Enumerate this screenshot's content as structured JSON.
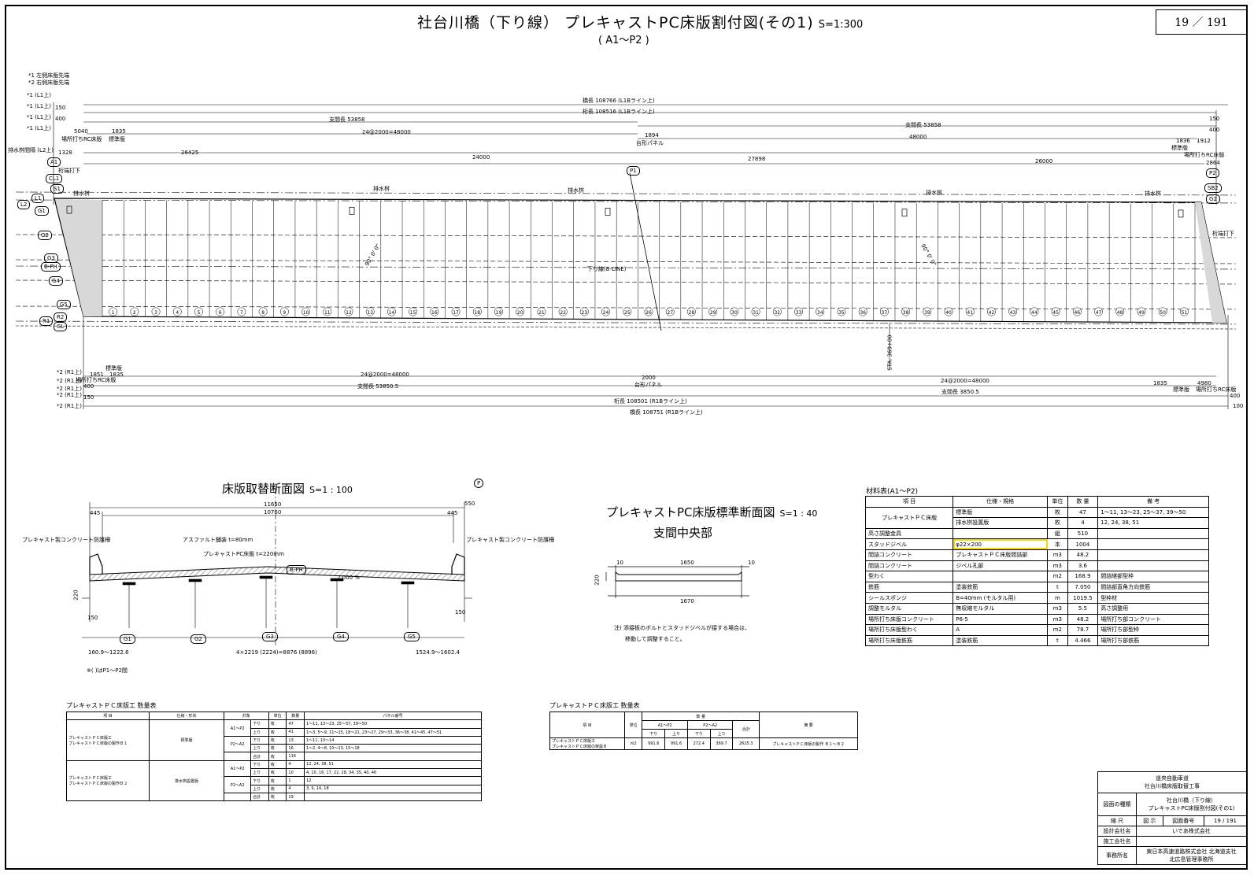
{
  "title": {
    "main": "社台川橋（下り線） プレキャストPC床版割付図(その1)",
    "scale": "S=1:300",
    "sub": "( A1～P2 )",
    "page": "19 ／ 191"
  },
  "plan": {
    "notes": [
      "*1 左側床版先端",
      "*2 右側床版先端"
    ],
    "top_dims": {
      "bridge_len": "橋長 108766 (L1Bライン上)",
      "girder_len": "桁長 108516 (L1Bライン上)",
      "span1": "支間長 53858",
      "span2": "支間長 53858",
      "seg1": "24@2000=48000",
      "seg2": "48000",
      "d5040": "5040",
      "d1835": "1835",
      "d26425": "26425",
      "d24000": "24000",
      "d27898": "27898",
      "d26000": "26000",
      "d150": "150",
      "d400": "400",
      "d1328": "1328",
      "d1894": "1894",
      "r150": "150",
      "r400": "400",
      "r1836": "1836",
      "r1912": "1912",
      "r2864": "2864",
      "std_l": "標準版",
      "std_r": "標準版",
      "rc_l": "場所打ちRC床版",
      "rc_r": "場所打ちRC床版",
      "daikei": "台形パネル",
      "kyo_l": "桁端打下",
      "kyo_r": "桁端打下"
    },
    "left_ref": [
      "*1 (L1上)",
      "*1 (L1上)",
      "*1 (L1上)",
      "*1 (L1上)",
      "排水桝間隔 (L2上)"
    ],
    "left_tags": [
      "A1",
      "CL1",
      "S1",
      "L1",
      "L2",
      "G1",
      "G2",
      "G3",
      "B-PH",
      "G4",
      "G5",
      "R2",
      "R1",
      "GL"
    ],
    "right_tags": [
      "P2",
      "SB2",
      "G2"
    ],
    "pier": "P1",
    "drain": "排水桝",
    "bline": "下り線(B-LINE)",
    "angle1": "90° 0' 0\"",
    "angle2": "90° 0' 0\"",
    "sta": "STA. 369+00",
    "panels": [
      "①",
      "②",
      "③",
      "④",
      "⑤",
      "⑥",
      "⑦",
      "⑧",
      "⑨",
      "⑩",
      "⑪",
      "⑫",
      "⑬",
      "⑭",
      "⑮",
      "⑯",
      "⑰",
      "⑱",
      "⑲",
      "⑳",
      "㉑",
      "㉒",
      "㉓",
      "㉔",
      "㉕",
      "㉖",
      "㉗",
      "㉘",
      "㉙",
      "㉚",
      "㉛",
      "㉜",
      "㉝",
      "㉞",
      "㉟",
      "㊱",
      "㊲",
      "㊳",
      "㊴",
      "㊵",
      "㊶",
      "㊷",
      "㊸",
      "㊹",
      "㊺",
      "㊻",
      "㊼",
      "㊽",
      "㊾",
      "㊿",
      "51"
    ],
    "bot_dims": {
      "ref": [
        "*2 (R1上)",
        "*2 (R1上)",
        "*2 (R1上)",
        "*2 (R1上)",
        "*2 (R1上)"
      ],
      "seg1": "24@2000=48000",
      "seg2": "24@2000=48000",
      "span1": "支間長 53850.5",
      "span2": "支間長 3850.5",
      "girder_len": "桁長 108501 (R1Bライン上)",
      "bridge_len": "橋長 108751 (R1Bライン上)",
      "d1851": "1851",
      "d1835": "1835",
      "d400": "400",
      "d150": "150",
      "d2000": "2000",
      "daikei": "台形パネル",
      "std_l": "標準版",
      "rc_l": "場所打ちRC床版",
      "r1835": "1835",
      "r4980": "4980",
      "r_std": "標準版",
      "r_rc": "場所打ちRC床版",
      "r400": "400",
      "r100": "100"
    }
  },
  "section1": {
    "heading": "床版取替断面図",
    "scale": "S=1 : 100",
    "w11650": "11650",
    "w10760": "10760",
    "w445l": "445",
    "w445r": "445",
    "w550": "550",
    "asphalt": "アスファルト舗装 t=80mm",
    "pcslab": "プレキャストPC床版 t=220mm",
    "barrier_l": "プレキャスト製コンクリート防護柵",
    "barrier_r": "プレキャスト製コンクリート防護柵",
    "bph": "B-PH",
    "slope": "2.000 %",
    "h220": "220",
    "h150l": "150",
    "h150r": "150",
    "girders": [
      "G1",
      "G2",
      "G3",
      "G4",
      "G5"
    ],
    "dim_l": "160.9～1222.6",
    "dim_mid": "4×2219 (2224)=8876 (8896)",
    "dim_r": "1524.9～1602.4",
    "note": "※( )はP1～P2間",
    "pl": "P"
  },
  "section2": {
    "heading": "プレキャストPC床版標準断面図",
    "scale": "S=1 : 40",
    "sub": "支間中央部",
    "w10a": "10",
    "w1650": "1650",
    "w10b": "10",
    "w1670": "1670",
    "h220": "220",
    "note1": "注) 添接板のボルトとスタッドジベルが接する場合は、",
    "note2": "移動して調整すること。"
  },
  "materials": {
    "heading": "材料表(A1～P2)",
    "headers": [
      "項 目",
      "仕様・規格",
      "単位",
      "数 量",
      "備 考"
    ],
    "rows": [
      [
        "プレキャストＰＣ床版",
        "標準版",
        "枚",
        "47",
        "1～11, 13～23, 25～37, 39～50"
      ],
      [
        "",
        "排水桝設置版",
        "枚",
        "4",
        "12, 24, 38, 51"
      ],
      [
        "高さ調整金具",
        "",
        "組",
        "510",
        ""
      ],
      [
        "スタッドジベル",
        "φ22×200",
        "本",
        "1004",
        ""
      ],
      [
        "間詰コンクリート",
        "プレキャストＰＣ床版間詰部",
        "m3",
        "48.2",
        ""
      ],
      [
        "間詰コンクリート",
        "ジベル孔部",
        "m3",
        "3.6",
        ""
      ],
      [
        "型わく",
        "",
        "m2",
        "168.9",
        "間詰継部型枠"
      ],
      [
        "鉄筋",
        "塗装鉄筋",
        "t",
        "7.050",
        "間詰部直角方向鉄筋"
      ],
      [
        "シールスポンジ",
        "B=40mm (モルタル用)",
        "m",
        "1019.5",
        "型枠材"
      ],
      [
        "調整モルタル",
        "無収縮モルタル",
        "m3",
        "5.5",
        "高さ調整用"
      ],
      [
        "場所打ち床版コンクリート",
        "P6-5",
        "m3",
        "48.2",
        "場所打ち部コンクリート"
      ],
      [
        "場所打ち床版型わく",
        "A",
        "m2",
        "78.7",
        "場所打ち部型枠"
      ],
      [
        "場所打ち床版鉄筋",
        "塗装鉄筋",
        "t",
        "4.466",
        "場所打ち部鉄筋"
      ]
    ]
  },
  "qty1": {
    "heading": "プレキャストＰＣ床版工 数量表",
    "headers": [
      "項 目",
      "仕様・形状",
      "対象",
      "単位",
      "数量",
      "パネル番号"
    ],
    "item1": "プレキャストＰＣ床版工\nプレキャストＰＣ床版の製作Ｂ１",
    "spec1": "標準版",
    "item2": "プレキャストＰＣ床版工\nプレキャストＰＣ床版の製作Ｂ２",
    "spec2": "排水桝設置版",
    "rows": [
      [
        "A1～P2",
        "下り",
        "枚",
        "47",
        "1～11, 13～23, 25～37, 39～50"
      ],
      [
        "",
        "上り",
        "枚",
        "41",
        "1～3, 5～9, 11～15, 18～21, 23～27, 29～33, 36～38, 41～45, 47～51"
      ],
      [
        "P2～A2",
        "下り",
        "枚",
        "13",
        "1～11, 13～14"
      ],
      [
        "",
        "上り",
        "枚",
        "16",
        "1～2, 4～8, 10～13, 15～18"
      ],
      [
        "",
        "合計",
        "枚",
        "116",
        ""
      ],
      [
        "A1～P2",
        "下り",
        "枚",
        "4",
        "12, 24, 38, 51"
      ],
      [
        "",
        "上り",
        "枚",
        "10",
        "4, 10, 16, 17, 22, 28, 34, 35, 40, 46"
      ],
      [
        "P2～A2",
        "下り",
        "枚",
        "1",
        "12"
      ],
      [
        "",
        "上り",
        "枚",
        "4",
        "3, 9, 14, 18"
      ],
      [
        "",
        "合計",
        "枚",
        "19",
        ""
      ]
    ]
  },
  "qty2": {
    "heading": "プレキャストＰＣ床版工 数量表",
    "h_item": "項 目",
    "h_unit": "単位",
    "h_qty": "数 量",
    "h_a1p2": "A1～P2",
    "h_p2a2": "P2～A2",
    "h_down": "下り",
    "h_up": "上り",
    "h_total": "合計",
    "h_note": "摘 要",
    "item": "プレキャストＰＣ床版工\nプレキャストＰＣ床版の架設Ｂ",
    "unit": "m2",
    "v1": "991.6",
    "v2": "991.6",
    "v3": "272.4",
    "v4": "369.7",
    "v5": "2625.3",
    "note": "プレキャストＰＣ床版の製作 Ｂ１～Ｂ２"
  },
  "titleblock": {
    "org1": "道央自動車道",
    "org2": "社台川橋床版取替工事",
    "kind_label": "図面の種類",
    "kind1": "社台川橋（下り線）",
    "kind2": "プレキャストPC床版割付図(その1)",
    "scale_label": "縮 尺",
    "scale_val": "図 示",
    "no_label": "図面番号",
    "no_val": "19 / 191",
    "design_label": "設計会社名",
    "design_val": "いであ株式会社",
    "const_label": "施工会社名",
    "const_val": "",
    "office_label": "事務所名",
    "office_val1": "東日本高速道路株式会社 北海道支社",
    "office_val2": "北広島管理事務所"
  }
}
